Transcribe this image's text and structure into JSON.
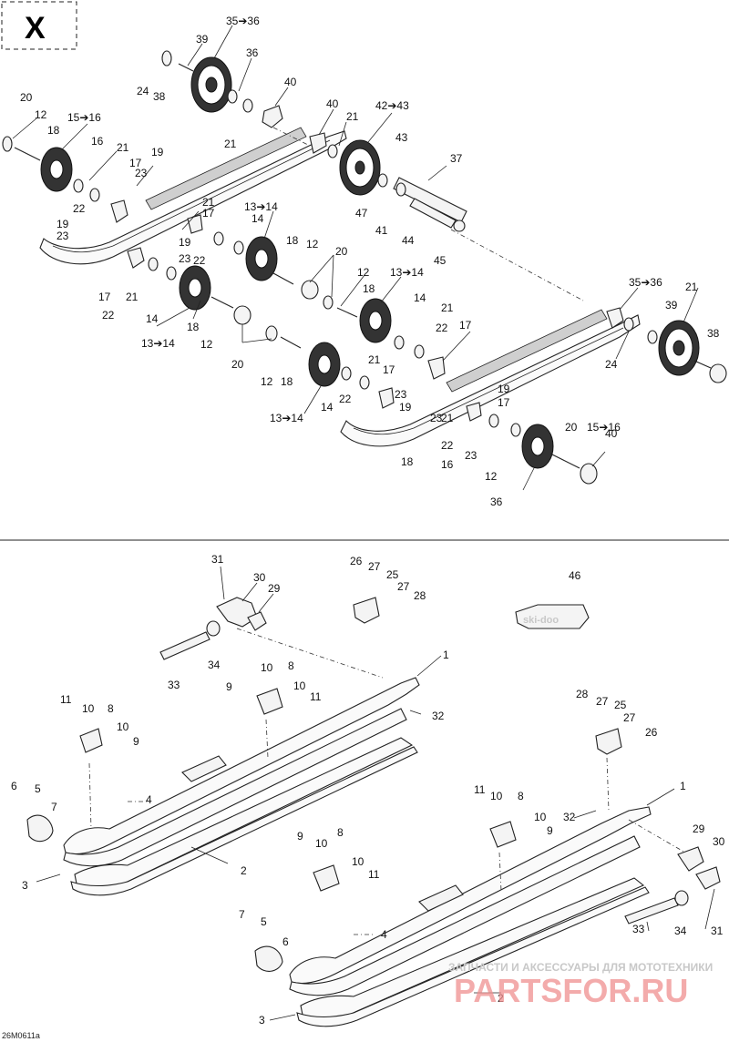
{
  "figure_letter": "X",
  "diagram_code": "26M0611a",
  "watermark": {
    "top": "ЗАПЧАСТИ И АКСЕССУАРЫ ДЛЯ МОТОТЕХНИКИ",
    "brand": "PARTSFOR.RU"
  },
  "callouts_upper": [
    "35➔36",
    "39",
    "36",
    "24",
    "38",
    "40",
    "40",
    "21",
    "21",
    "42➔43",
    "43",
    "20",
    "12",
    "18",
    "15➔16",
    "16",
    "21",
    "19",
    "17",
    "23",
    "37",
    "22",
    "47",
    "41",
    "44",
    "45",
    "21",
    "17",
    "13➔14",
    "14",
    "18",
    "12",
    "20",
    "19",
    "23",
    "19",
    "22",
    "23",
    "17",
    "21",
    "22",
    "14",
    "13➔14",
    "18",
    "12",
    "12",
    "18",
    "13➔14",
    "14",
    "21",
    "22",
    "17",
    "20",
    "12",
    "18",
    "14",
    "13➔14",
    "21",
    "17",
    "19",
    "22",
    "23",
    "23",
    "19",
    "17",
    "21",
    "22",
    "23",
    "16",
    "18",
    "12",
    "20",
    "15➔16",
    "40",
    "36",
    "35➔36",
    "39",
    "21",
    "38",
    "24"
  ],
  "callouts_lower": [
    "31",
    "30",
    "29",
    "26",
    "27",
    "25",
    "27",
    "28",
    "46",
    "34",
    "33",
    "1",
    "9",
    "10",
    "8",
    "10",
    "11",
    "32",
    "11",
    "10",
    "8",
    "10",
    "9",
    "28",
    "27",
    "25",
    "27",
    "26",
    "6",
    "5",
    "7",
    "4",
    "1",
    "2",
    "3",
    "11",
    "10",
    "8",
    "10",
    "9",
    "32",
    "29",
    "30",
    "9",
    "10",
    "8",
    "10",
    "11",
    "34",
    "31",
    "33",
    "7",
    "5",
    "6",
    "4",
    "2",
    "3"
  ]
}
